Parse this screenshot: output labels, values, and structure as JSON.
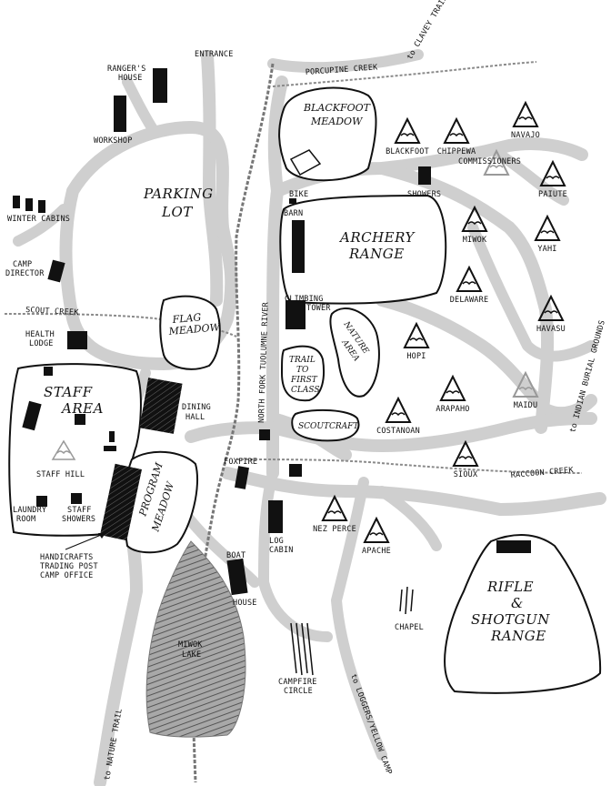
{
  "map": {
    "entrance": "ENTRANCE",
    "to_clavey_trail": "to CLAVEY TRAIL",
    "porcupine_creek": "PORCUPINE CREEK",
    "rangers_house": [
      "RANGER'S",
      "HOUSE"
    ],
    "workshop": "WORKSHOP",
    "parking_lot": [
      "PARKING",
      "LOT"
    ],
    "winter_cabins": "WINTER CABINS",
    "camp_director": [
      "CAMP",
      "DIRECTOR"
    ],
    "scout_creek": "SCOUT CREEK",
    "health_lodge": [
      "HEALTH",
      "LODGE"
    ],
    "staff_area": [
      "STAFF",
      "AREA"
    ],
    "staff_hill": "STAFF HILL",
    "laundry_room": [
      "LAUNDRY",
      "ROOM"
    ],
    "staff_showers": [
      "STAFF",
      "SHOWERS"
    ],
    "handicrafts": [
      "HANDICRAFTS",
      "TRADING POST",
      "CAMP OFFICE"
    ],
    "flag_meadow": [
      "FLAG",
      "MEADOW"
    ],
    "dining_hall": [
      "DINING",
      "HALL"
    ],
    "program_meadow": [
      "PROGRAM",
      "MEADOW"
    ],
    "river": "NORTH FORK TUOLUMNE RIVER",
    "blackfoot_meadow": [
      "BLACKFOOT",
      "MEADOW"
    ],
    "bike_barn": [
      "BIKE",
      "BARN"
    ],
    "archery_range": [
      "ARCHERY",
      "RANGE"
    ],
    "showers": "SHOWERS",
    "climbing_tower": [
      "CLIMBING",
      "TOWER"
    ],
    "nature_area": [
      "NATURE",
      "AREA"
    ],
    "trail_first_class": [
      "TRAIL",
      "TO",
      "FIRST",
      "CLASS"
    ],
    "scoutcraft": "SCOUTCRAFT",
    "foxfire": "FOXFIRE",
    "log_cabin": [
      "LOG",
      "CABIN"
    ],
    "boat_house": [
      "BOAT",
      "HOUSE"
    ],
    "miwok_lake": [
      "MIWOK",
      "LAKE"
    ],
    "campfire_circle": [
      "CAMPFIRE",
      "CIRCLE"
    ],
    "to_nature_trail": "to NATURE TRAIL",
    "to_loggers": "to LOGGERS/YELLOW CAMP",
    "chapel": "CHAPEL",
    "raccoon_creek": "RACCOON CREEK",
    "to_indian_burial": "to INDIAN BURIAL GROUNDS",
    "rifle_range": [
      "RIFLE",
      "&",
      "SHOTGUN",
      "RANGE"
    ],
    "commissioners": "COMMISSIONERS",
    "campsites": [
      "BLACKFOOT",
      "CHIPPEWA",
      "NAVAJO",
      "PAIUTE",
      "MIWOK",
      "YAHI",
      "DELAWARE",
      "HAVASU",
      "HOPI",
      "ARAPAHO",
      "MAIDU",
      "COSTANOAN",
      "SIOUX",
      "NEZ PERCE",
      "APACHE"
    ]
  },
  "colors": {
    "road": "#cfcfcf",
    "ink": "#111111",
    "faded_tent": "#999999",
    "lake": "#8c8c8c"
  }
}
